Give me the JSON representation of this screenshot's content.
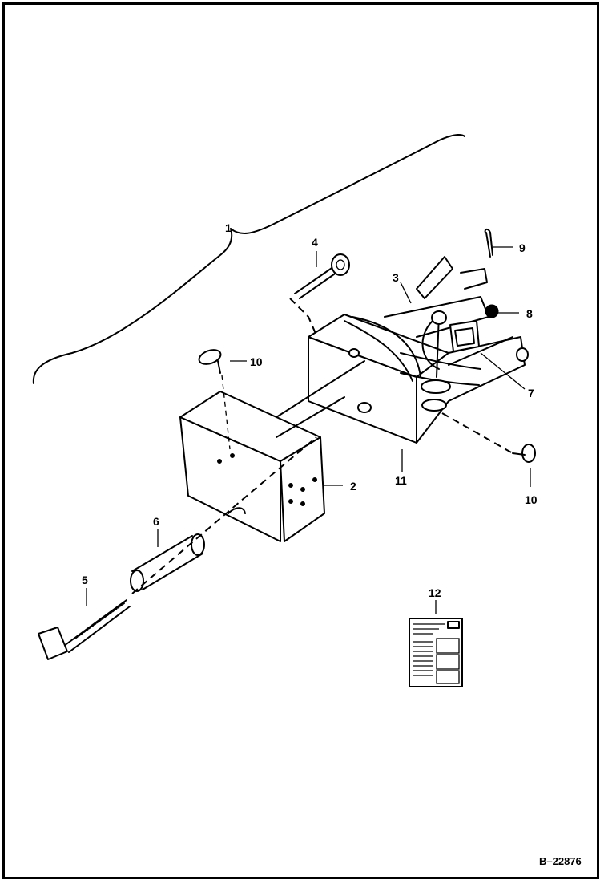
{
  "figure": {
    "reference_number": "B–22876",
    "callouts": [
      {
        "id": "c1",
        "label": "1"
      },
      {
        "id": "c2",
        "label": "2"
      },
      {
        "id": "c3",
        "label": "3"
      },
      {
        "id": "c4",
        "label": "4"
      },
      {
        "id": "c5",
        "label": "5"
      },
      {
        "id": "c6",
        "label": "6"
      },
      {
        "id": "c7",
        "label": "7"
      },
      {
        "id": "c8",
        "label": "8"
      },
      {
        "id": "c9",
        "label": "9"
      },
      {
        "id": "c10a",
        "label": "10"
      },
      {
        "id": "c10b",
        "label": "10"
      },
      {
        "id": "c11",
        "label": "11"
      },
      {
        "id": "c12",
        "label": "12"
      }
    ]
  }
}
